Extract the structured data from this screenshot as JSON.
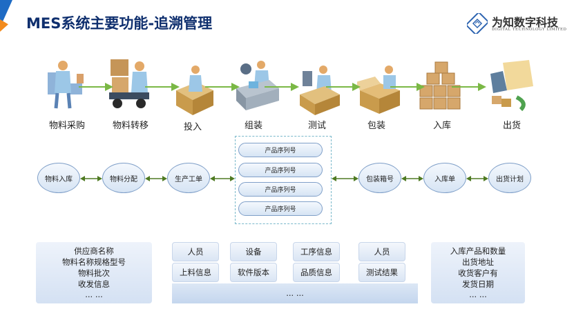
{
  "slide": {
    "title": "MES系统主要功能-追溯管理"
  },
  "logo": {
    "name": "为知数字科技",
    "tagline": "DIGITAL TECHNOLOGY LIMITED"
  },
  "process_steps": [
    "物料采购",
    "物料转移",
    "投入",
    "组装",
    "测试",
    "包装",
    "入库",
    "出货"
  ],
  "flow": {
    "left": [
      "物料入库",
      "物料分配",
      "生产工单"
    ],
    "serials": [
      "产品序列号",
      "产品序列号",
      "产品序列号",
      "产品序列号"
    ],
    "right": [
      "包装箱号",
      "入库单",
      "出货计划"
    ]
  },
  "info": {
    "supplier": [
      "供应商名称",
      "物料名称规格型号",
      "物料批次",
      "收发信息",
      "... ..."
    ],
    "middle_top": [
      "人员",
      "设备",
      "工序信息",
      "人员"
    ],
    "middle_bottom": [
      "上料信息",
      "软件版本",
      "品质信息",
      "测试结果"
    ],
    "middle_more": "... ...",
    "shipping": [
      "入库产品和数量",
      "出货地址",
      "收货客户有",
      "发货日期",
      "... ..."
    ]
  },
  "colors": {
    "title": "#0f2f6e",
    "arrow_green": "#7ab845",
    "connector_green": "#4f7a22",
    "box_border": "#7f9fc8"
  }
}
